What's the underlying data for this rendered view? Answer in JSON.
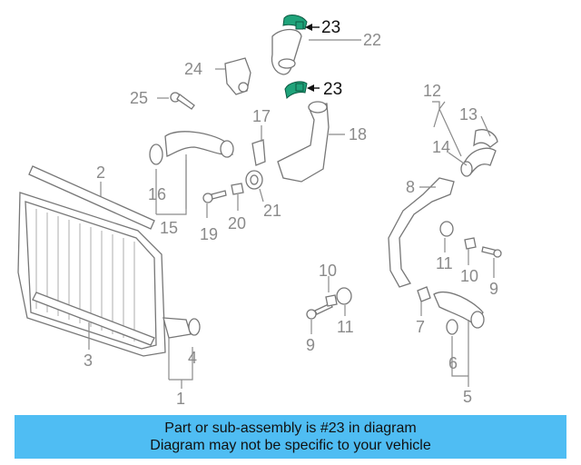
{
  "diagram": {
    "callouts": {
      "c1": "1",
      "c2": "2",
      "c3": "3",
      "c4": "4",
      "c5": "5",
      "c6": "6",
      "c7": "7",
      "c8": "8",
      "c9a": "9",
      "c9b": "9",
      "c10a": "10",
      "c10b": "10",
      "c11a": "11",
      "c11b": "11",
      "c12": "12",
      "c13": "13",
      "c14": "14",
      "c15": "15",
      "c16": "16",
      "c17": "17",
      "c18": "18",
      "c19": "19",
      "c20": "20",
      "c21": "21",
      "c22": "22",
      "c23a": "23",
      "c23b": "23",
      "c24": "24",
      "c25": "25"
    },
    "highlight_color": "#1fa37a"
  },
  "banner": {
    "line1": "Part or sub-assembly is #23 in diagram",
    "line2": "Diagram may not be specific to your vehicle",
    "color": "#4fbdf3"
  }
}
